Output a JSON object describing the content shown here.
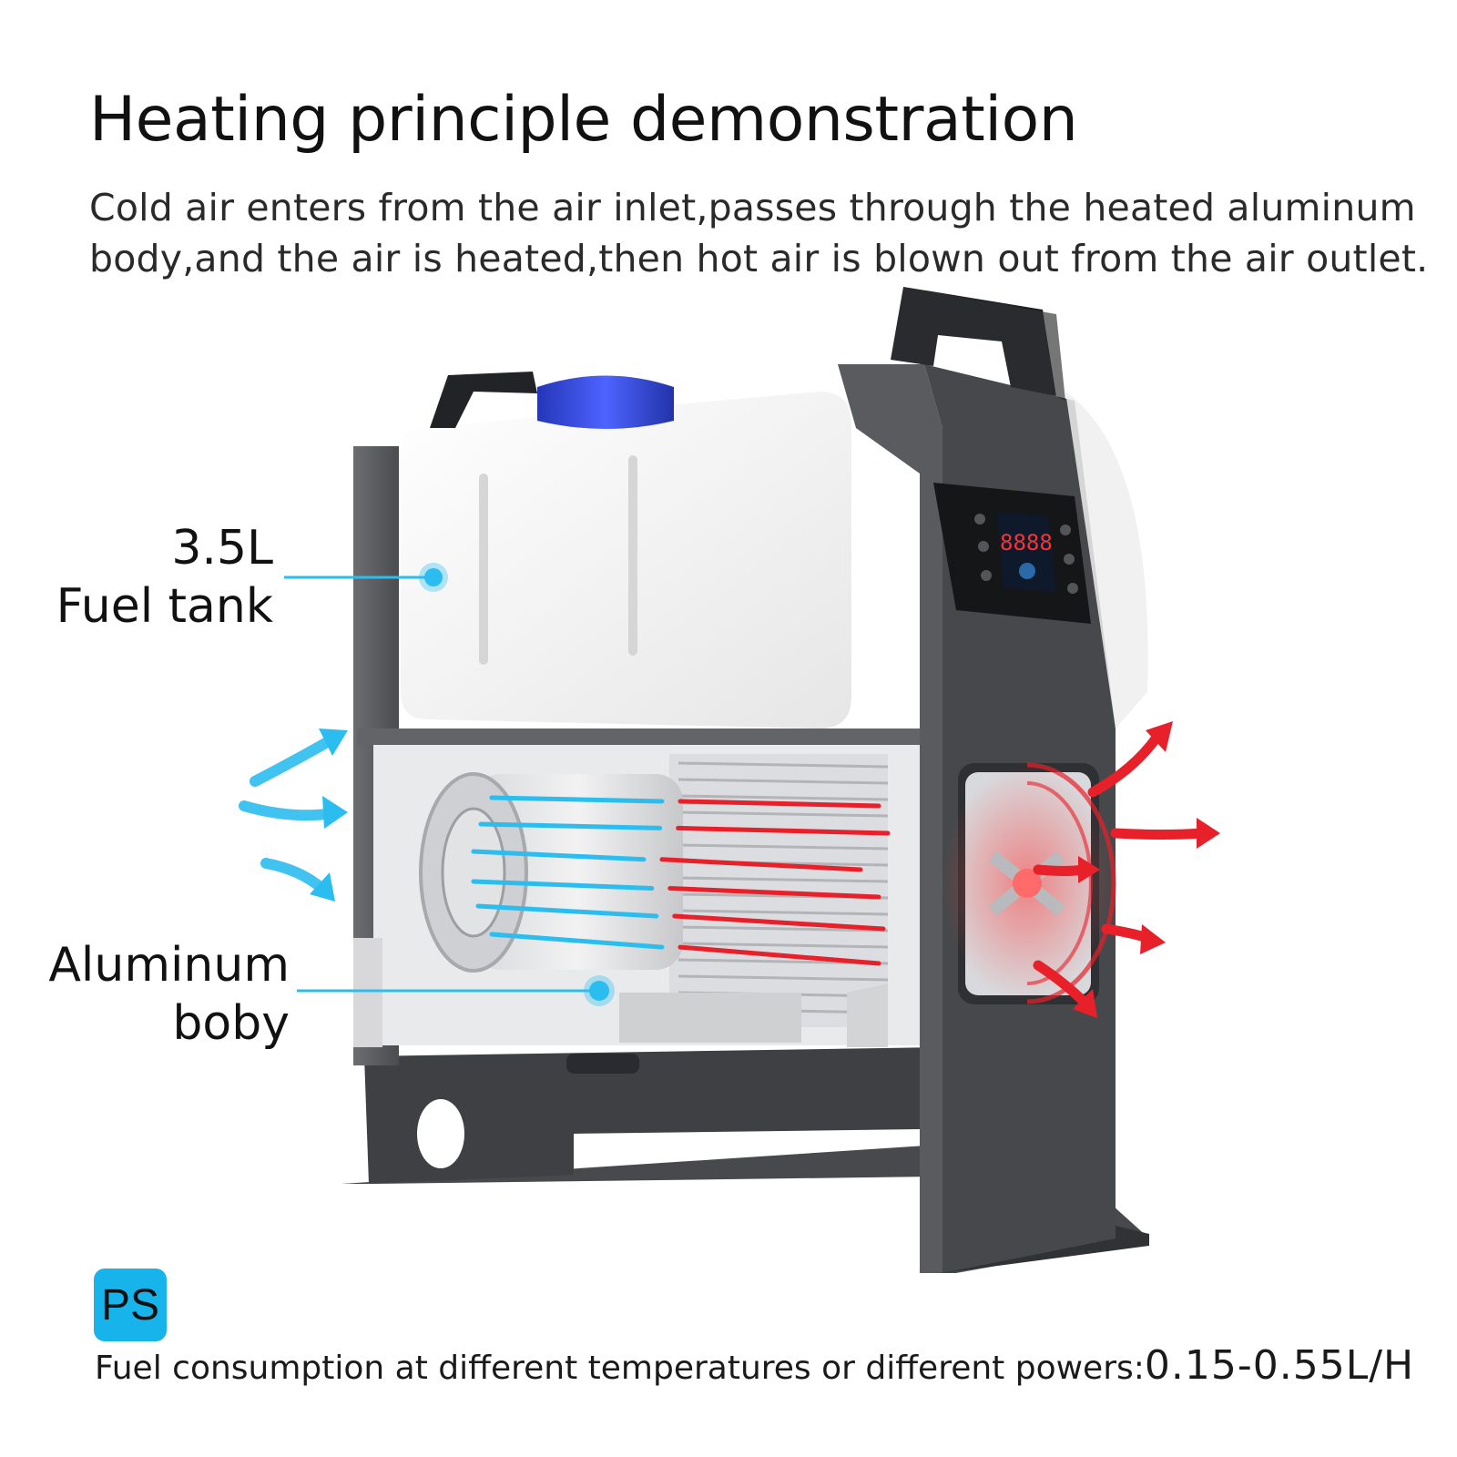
{
  "title": "Heating principle demonstration",
  "description_lines": [
    "Cold air enters from the air inlet,passes through the heated aluminum",
    "body,and the air is heated,then hot air is blown out from the air outlet."
  ],
  "callouts": {
    "fuel_tank": {
      "line1": "3.5L",
      "line2": "Fuel tank"
    },
    "aluminum_body": {
      "line1": "Aluminum",
      "line2": "boby"
    }
  },
  "controller_display": "8888",
  "badge": "PS",
  "footer": {
    "text": "Fuel consumption at different temperatures or different powers:",
    "value": "0.15-0.55L/H"
  },
  "colors": {
    "cold_air": "#2bbdf0",
    "hot_air": "#e8202a",
    "frame": "#5b5d60",
    "tank": "#f4f4f4",
    "cap": "#3248d6",
    "badge": "#16b4ea"
  },
  "icons": [
    "cold-air-arrow-icon",
    "hot-air-arrow-icon",
    "callout-dot-icon"
  ]
}
